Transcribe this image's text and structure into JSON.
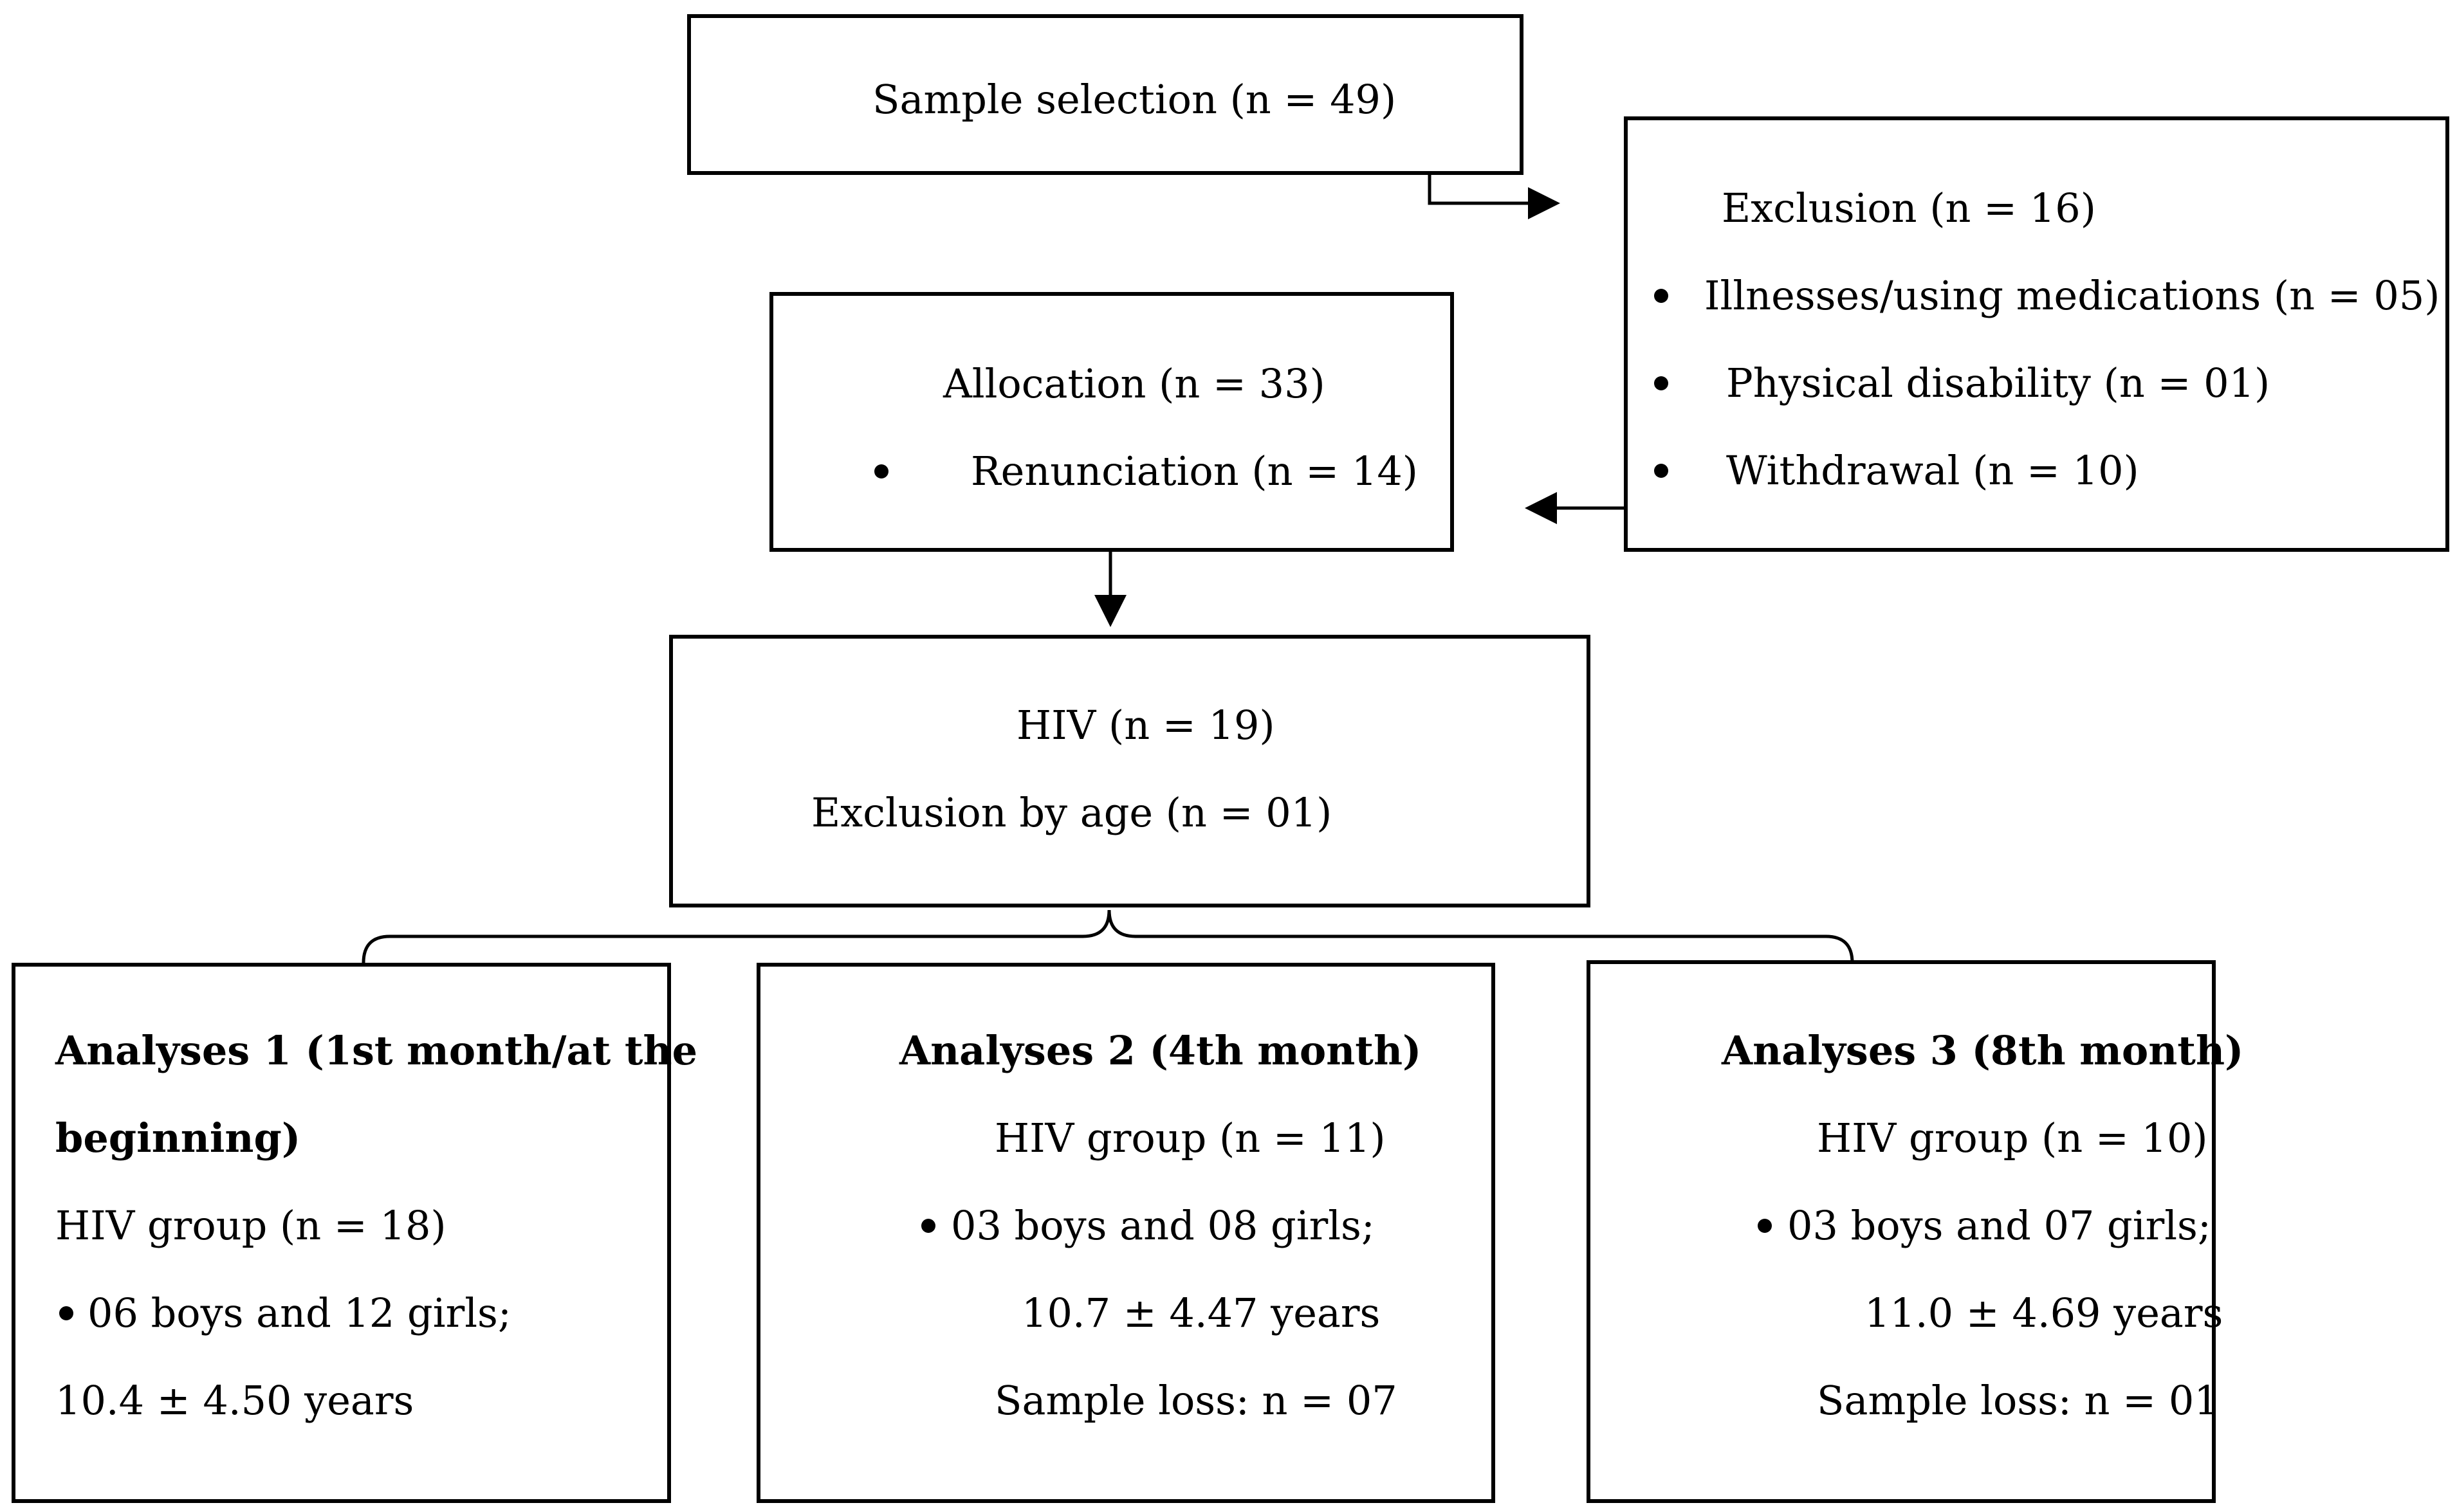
{
  "selection": {
    "text": "Sample selection (n = 49)"
  },
  "exclusion": {
    "title": "Exclusion (n = 16)",
    "items": [
      "Illnesses/using medications (n = 05)",
      "Physical disability (n = 01)",
      "Withdrawal (n = 10)"
    ]
  },
  "allocation": {
    "title": "Allocation (n = 33)",
    "items": [
      "Renunciation (n = 14)"
    ]
  },
  "hiv": {
    "title": "HIV (n = 19)",
    "note": "Exclusion by age (n = 01)"
  },
  "analyses": [
    {
      "title_line1": "Analyses 1 (1st month/at the",
      "title_line2": "beginning)",
      "group": "HIV group (n = 18)",
      "composition": "06 boys and 12 girls;",
      "age": "10.4 ± 4.50 years"
    },
    {
      "title": "Analyses 2 (4th month)",
      "group": "HIV group (n = 11)",
      "composition": "03 boys and 08 girls;",
      "age": "10.7 ± 4.47 years",
      "loss": "Sample loss: n = 07"
    },
    {
      "title": "Analyses 3 (8th month)",
      "group": "HIV group (n = 10)",
      "composition": "03 boys and 07 girls;",
      "age": "11.0 ± 4.69 years",
      "loss": "Sample loss: n = 01"
    }
  ]
}
